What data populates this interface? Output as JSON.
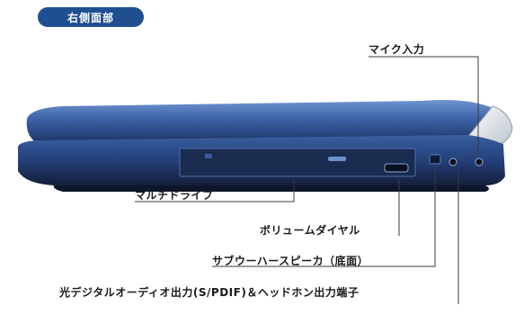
{
  "section": {
    "title": "右側面部"
  },
  "callouts": {
    "mic": "マイク入力",
    "drive": "マルチドライブ",
    "volume": "ボリュームダイヤル",
    "speaker": "サブウーハースピーカ（底面）",
    "optical": "光デジタルオーディオ出力(S/PDIF)＆ヘッドホン出力端子"
  },
  "colors": {
    "badge": "#1f4f91",
    "body_dark": "#1c2d4c",
    "body_mid": "#2c4a86",
    "body_light": "#5f86c8"
  }
}
